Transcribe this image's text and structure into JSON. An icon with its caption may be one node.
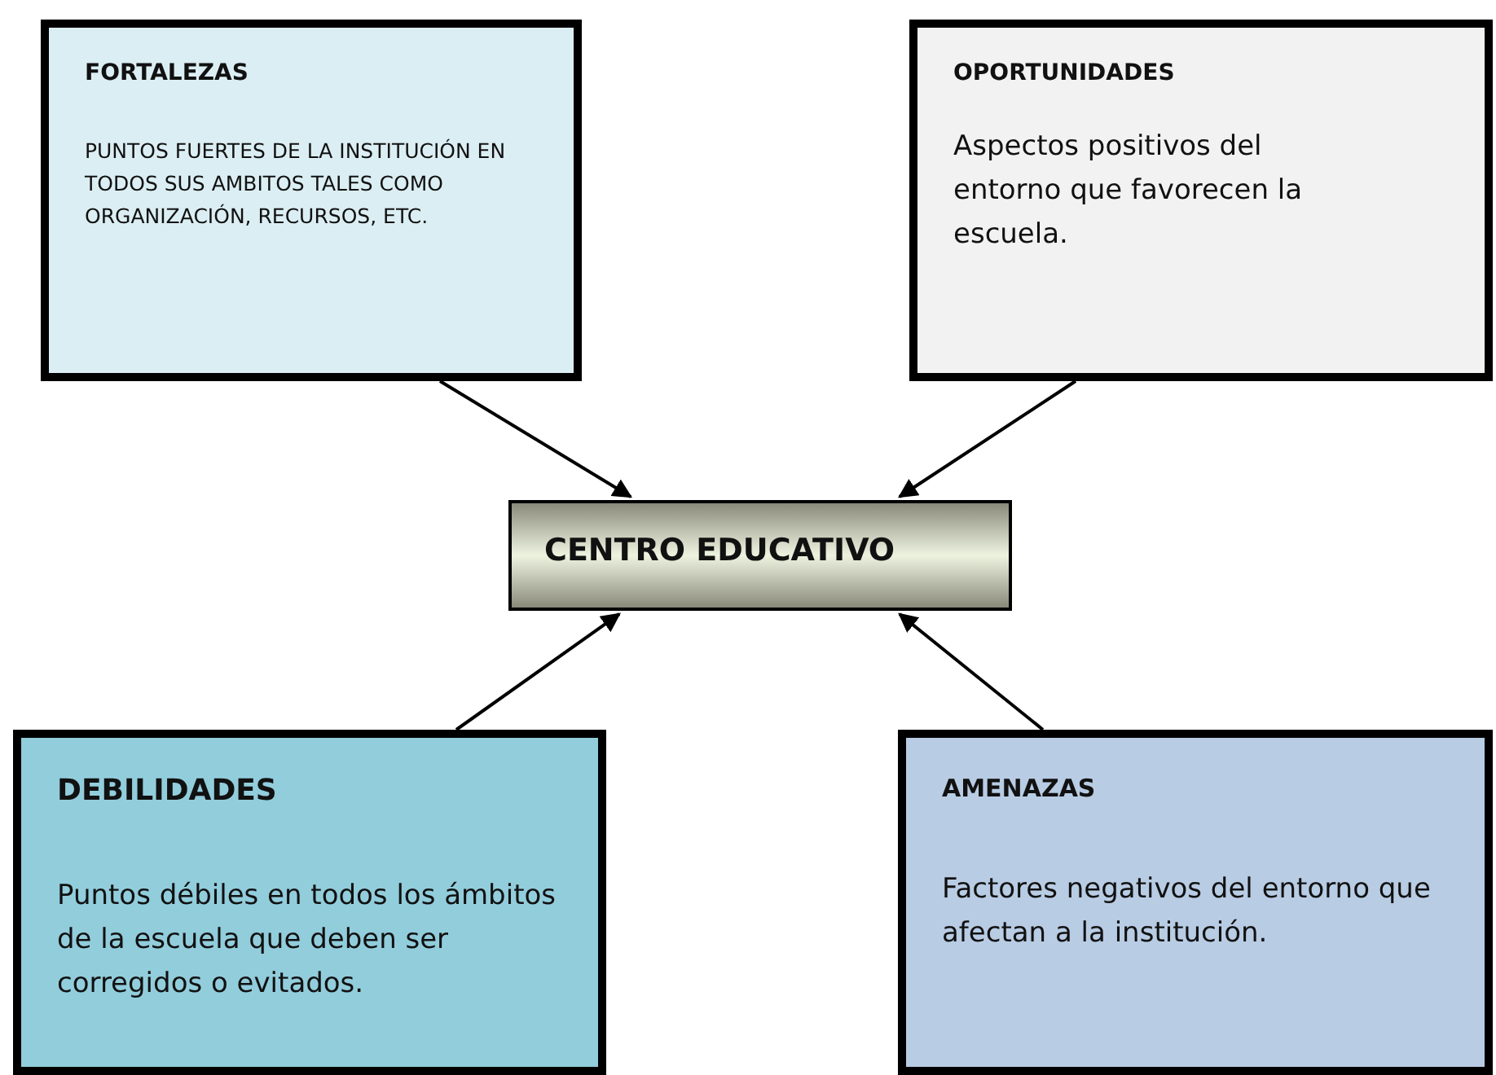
{
  "diagram": {
    "nodes": [
      {
        "text": [
          "FORTALEZAS",
          "PUNTOS FUERTES DE LA INSTITUCIÓN EN TODOS SUS AMBITOS TALES COMO ORGANIZACIÓN, RECURSOS, ETC."
        ]
      },
      {
        "text": [
          "OPORTUNIDADES",
          "Aspectos positivos del entorno que favorecen la escuela."
        ]
      },
      {
        "text": [
          "CENTRO EDUCATIVO"
        ]
      },
      {
        "text": [
          "DEBILIDADES",
          "Puntos débiles en todos los ámbitos de la escuela que deben ser corregidos o evitados."
        ]
      },
      {
        "text": [
          "AMENAZAS",
          "Factores negativos del entorno que afectan a la institución."
        ]
      }
    ],
    "edges": [
      {
        "from": 0,
        "to": 2,
        "arrow": "to"
      },
      {
        "from": 1,
        "to": 2,
        "arrow": "to"
      },
      {
        "from": 3,
        "to": 2,
        "arrow": "to"
      },
      {
        "from": 4,
        "to": 2,
        "arrow": "to"
      }
    ]
  }
}
